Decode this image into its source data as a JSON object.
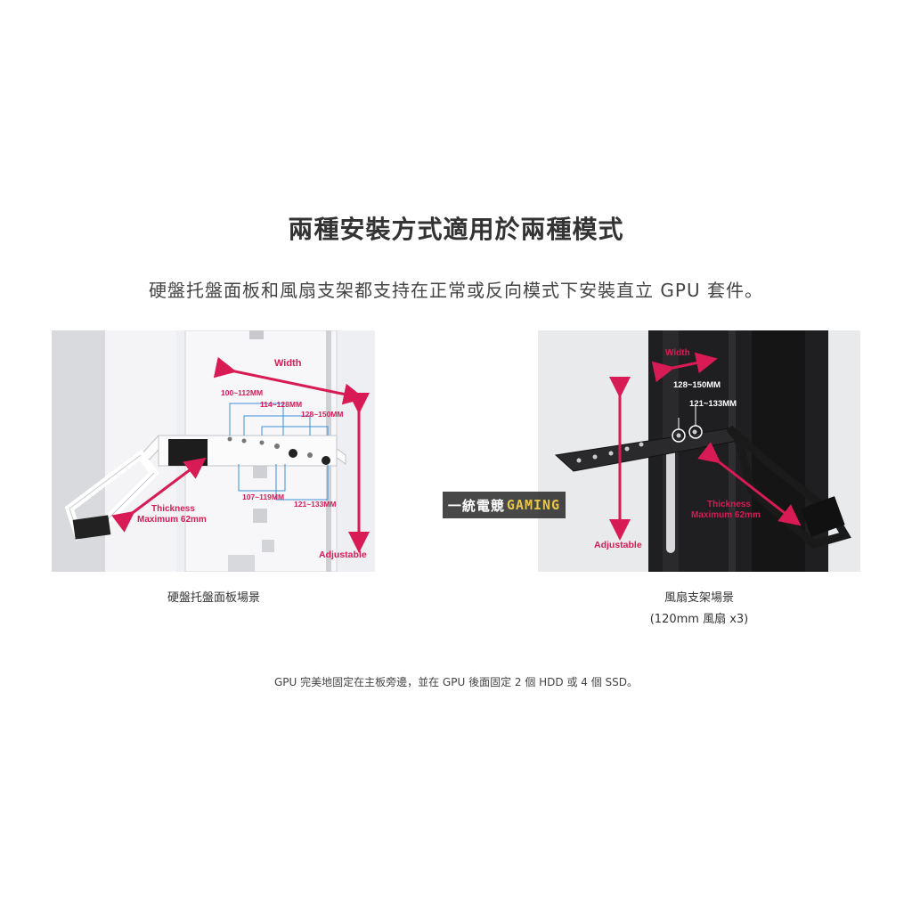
{
  "header": {
    "title": "兩種安裝方式適用於兩種模式",
    "subtitle": "硬盤托盤面板和風扇支架都支持在正常或反向模式下安裝直立 GPU 套件。"
  },
  "left_image": {
    "labels": {
      "width": "Width",
      "m1": "100~112MM",
      "m2": "114~128MM",
      "m3": "128~150MM",
      "m4": "107~119MM",
      "m5": "121~133MM",
      "thickness": "Thickness",
      "thickness_max": "Maximum 62mm",
      "adjustable": "Adjustable"
    },
    "caption": "硬盤托盤面板場景"
  },
  "right_image": {
    "labels": {
      "width": "Width",
      "m1": "128~150MM",
      "m2": "121~133MM",
      "thickness": "Thickness",
      "thickness_max": "Maximum 62mm",
      "adjustable": "Adjustable"
    },
    "caption": "風扇支架場景",
    "caption_sub": "(120mm 風扇 x3)"
  },
  "watermark": {
    "cn": "一統電競",
    "en": "GAMING"
  },
  "footer": {
    "note": "GPU 完美地固定在主板旁邊，並在 GPU 後面固定 2 個 HDD 或 4 個 SSD。"
  },
  "colors": {
    "accent": "#d81b55",
    "annotation_line": "#3b8fd6"
  }
}
